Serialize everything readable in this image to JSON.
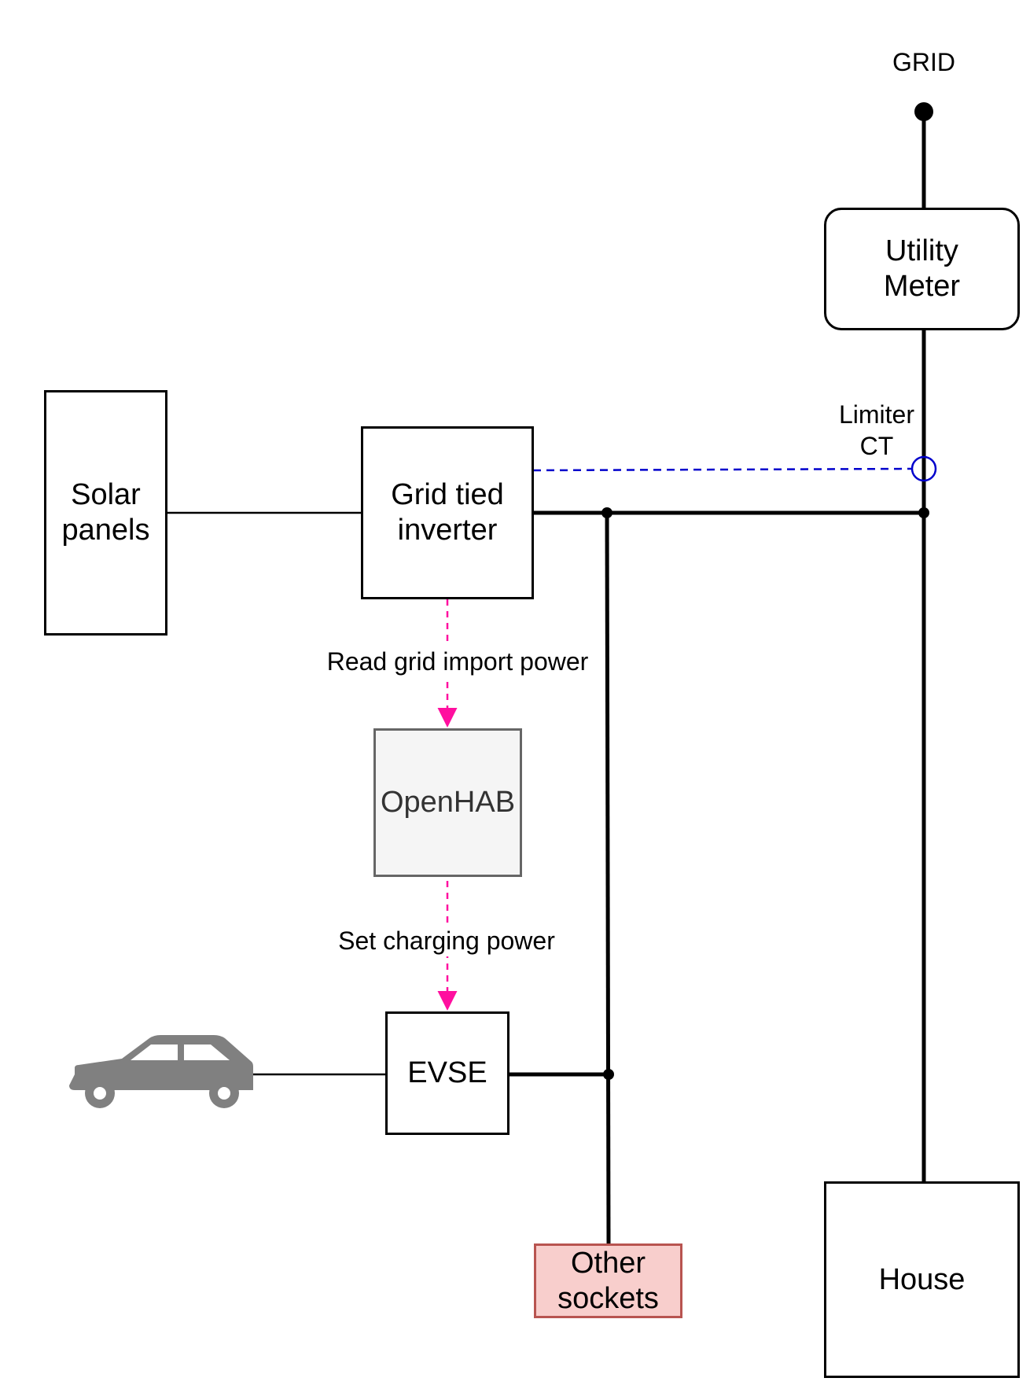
{
  "labels": {
    "grid": "GRID",
    "limiter_ct": "Limiter\nCT",
    "read_power": "Read grid import power",
    "set_power": "Set charging power"
  },
  "nodes": {
    "utility_meter": "Utility\nMeter",
    "solar_panels": "Solar\npanels",
    "inverter": "Grid tied\ninverter",
    "openhab": "OpenHAB",
    "evse": "EVSE",
    "other_sockets": "Other\nsockets",
    "house": "House"
  },
  "icons": {
    "car": "car-icon"
  },
  "colors": {
    "wire": "#000000",
    "ct_link": "#0000cc",
    "control": "#ff0f9f",
    "car": "#808080",
    "openhab_fill": "#f5f5f5",
    "openhab_stroke": "#666666",
    "sockets_fill": "#f8cecc",
    "sockets_stroke": "#b85450"
  }
}
